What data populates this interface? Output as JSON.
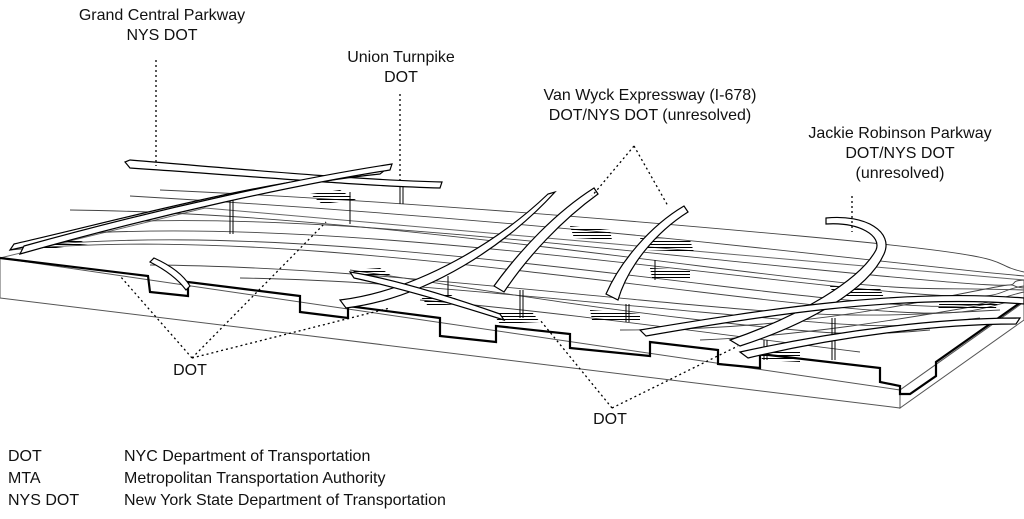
{
  "labels": {
    "grand_central": {
      "name": "Grand Central Parkway",
      "owner": "NYS DOT"
    },
    "union_turnpike": {
      "name": "Union Turnpike",
      "owner": "DOT"
    },
    "van_wyck": {
      "name": "Van Wyck Expressway (I-678)",
      "owner": "DOT/NYS DOT (unresolved)"
    },
    "jackie_robinson": {
      "name": "Jackie Robinson Parkway",
      "owner": "DOT/NYS DOT",
      "status": "(unresolved)"
    },
    "dot_left": "DOT",
    "dot_right": "DOT"
  },
  "legend": [
    {
      "abbr": "DOT",
      "full": "NYC Department of Transportation"
    },
    {
      "abbr": "MTA",
      "full": "Metropolitan Transportation Authority"
    },
    {
      "abbr": "NYS DOT",
      "full": "New York State Department of Transportation"
    }
  ]
}
